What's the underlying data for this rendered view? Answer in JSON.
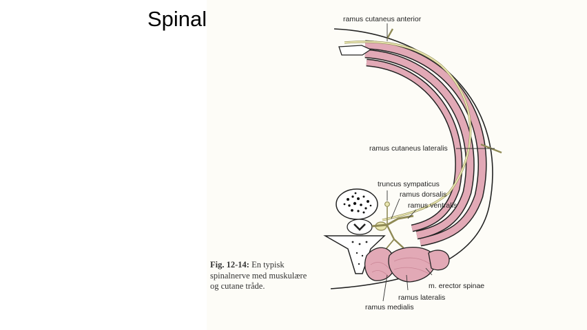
{
  "slide": {
    "title": "Spinalnerver"
  },
  "figure": {
    "labels": {
      "ramus_cutaneus_anterior": "ramus cutaneus anterior",
      "ramus_cutaneus_lateralis": "ramus cutaneus lateralis",
      "truncus_sympaticus": "truncus sympaticus",
      "ramus_dorsalis": "ramus dorsalis",
      "ramus_ventralis": "ramus ventralis",
      "m_erector_spinae": "m. erector spinae",
      "ramus_lateralis": "ramus lateralis",
      "ramus_medialis": "ramus medialis"
    },
    "caption": {
      "number": "Fig. 12-14:",
      "text": "En typisk spinalnerve med muskulære og cutane tråde."
    },
    "colors": {
      "muscle": "#e2a9b6",
      "muscle_dark": "#c98595",
      "nerve": "#e9e6b0",
      "nerve_outline": "#8f8a55",
      "outline": "#222222",
      "figure_bg": "#fdfcf7"
    }
  }
}
